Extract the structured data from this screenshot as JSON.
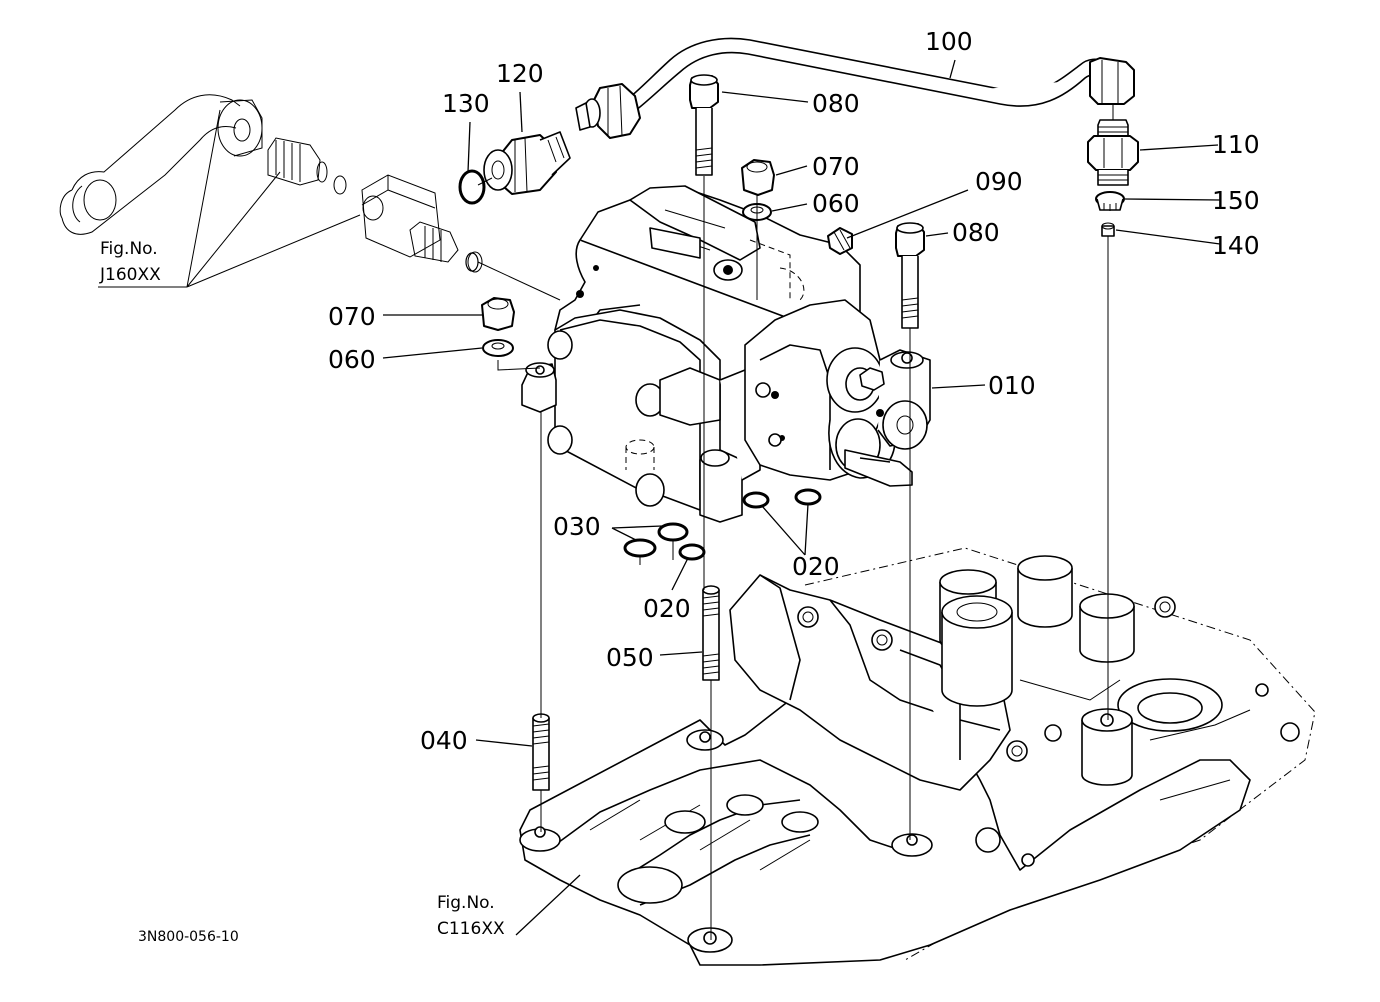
{
  "labels": {
    "p010": "010",
    "p020a": "020",
    "p020b": "020",
    "p030": "030",
    "p040": "040",
    "p050": "050",
    "p060a": "060",
    "p060b": "060",
    "p070a": "070",
    "p070b": "070",
    "p080a": "080",
    "p080b": "080",
    "p090": "090",
    "p100": "100",
    "p110": "110",
    "p120": "120",
    "p130": "130",
    "p140": "140",
    "p150": "150"
  },
  "references": {
    "ref_j_line1": "Fig.No.",
    "ref_j_line2": "J160XX",
    "ref_c_line1": "Fig.No.",
    "ref_c_line2": "C116XX"
  },
  "drawing_code": "3N800-056-10"
}
